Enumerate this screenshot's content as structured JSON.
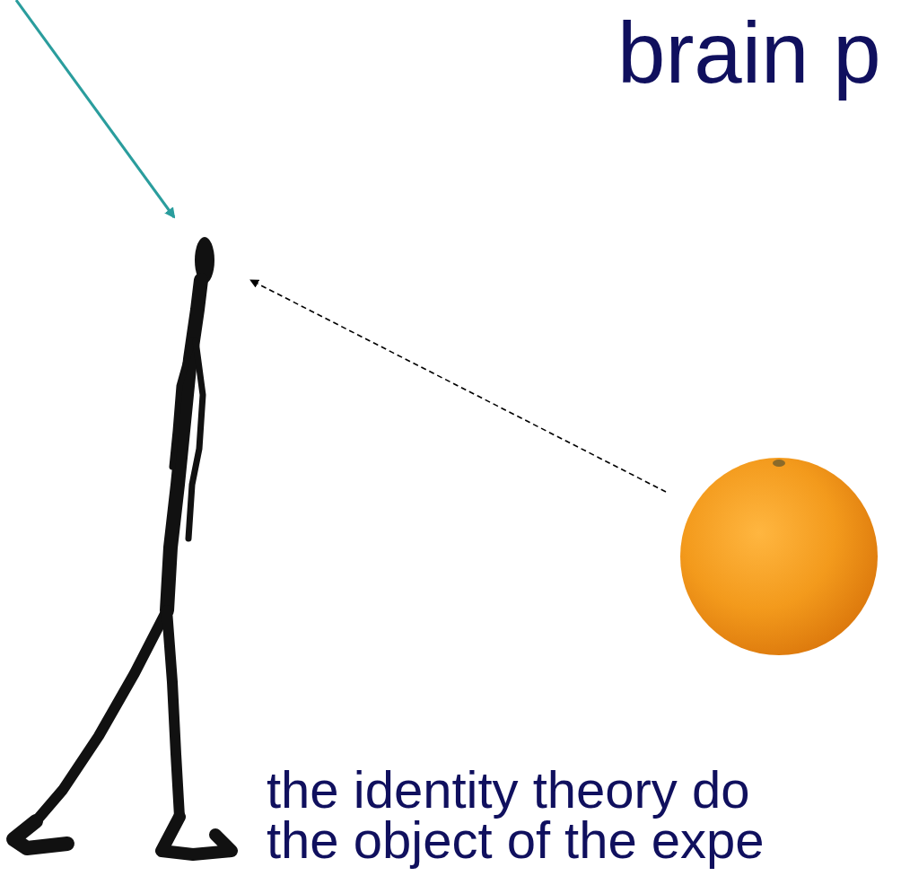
{
  "diagram": {
    "labels": [
      "brain p",
      "the identity theory do",
      "the object of the expe"
    ]
  }
}
